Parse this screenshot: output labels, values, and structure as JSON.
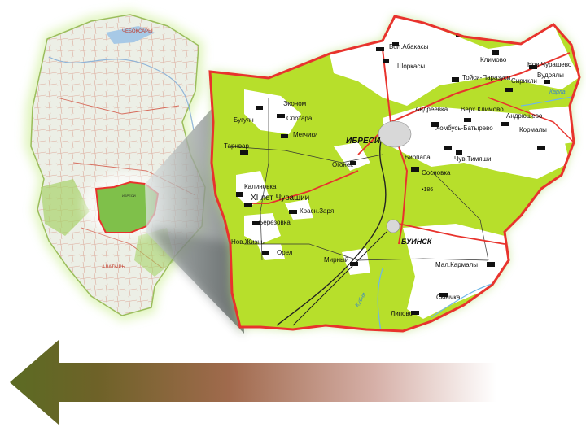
{
  "overview_map": {
    "labels": {
      "top_city": "ЧЕБОКСАРЫ",
      "bottom_city": "АЛАТЫРЬ",
      "inset_label": "ИБРЕСИ"
    }
  },
  "district_map": {
    "district_center": "ИБРЕСИ",
    "secondary_center": "БУИНСК",
    "elevation_mark": "•186",
    "river_label_east": "Карла",
    "river_label_south": "Кубня",
    "settlements": [
      "Бол.Абакасы",
      "Шоркасы",
      "Климово",
      "Нов.Чурашево",
      "Вудоялы",
      "Тойси-Паразуси",
      "Сирикли",
      "Андреевка",
      "Верх.Климово",
      "Андрюшево",
      "Хомбусь-Батырево",
      "Кормалы",
      "Эконом",
      "Бугуян",
      "Спотара",
      "Merчики",
      "Тарнвар",
      "Огонек",
      "Сосновка",
      "Чув.Тимяши",
      "Бирпапа",
      "Калиновка",
      "XI лет Чувашии",
      "Красн.Заря",
      "Березовка",
      "Нов.Жизнь",
      "Орел",
      "Мирный",
      "Мал.Кармалы",
      "Смычка",
      "Липово"
    ]
  },
  "colors": {
    "land_green": "#b7df2b",
    "border_red": "#e8332d",
    "road_red": "#d9534f",
    "forest_white": "#ffffff",
    "water_blue": "#6fb7e6",
    "arrow_green": "#5c6a25",
    "arrow_fade": "#f4e8e8"
  }
}
